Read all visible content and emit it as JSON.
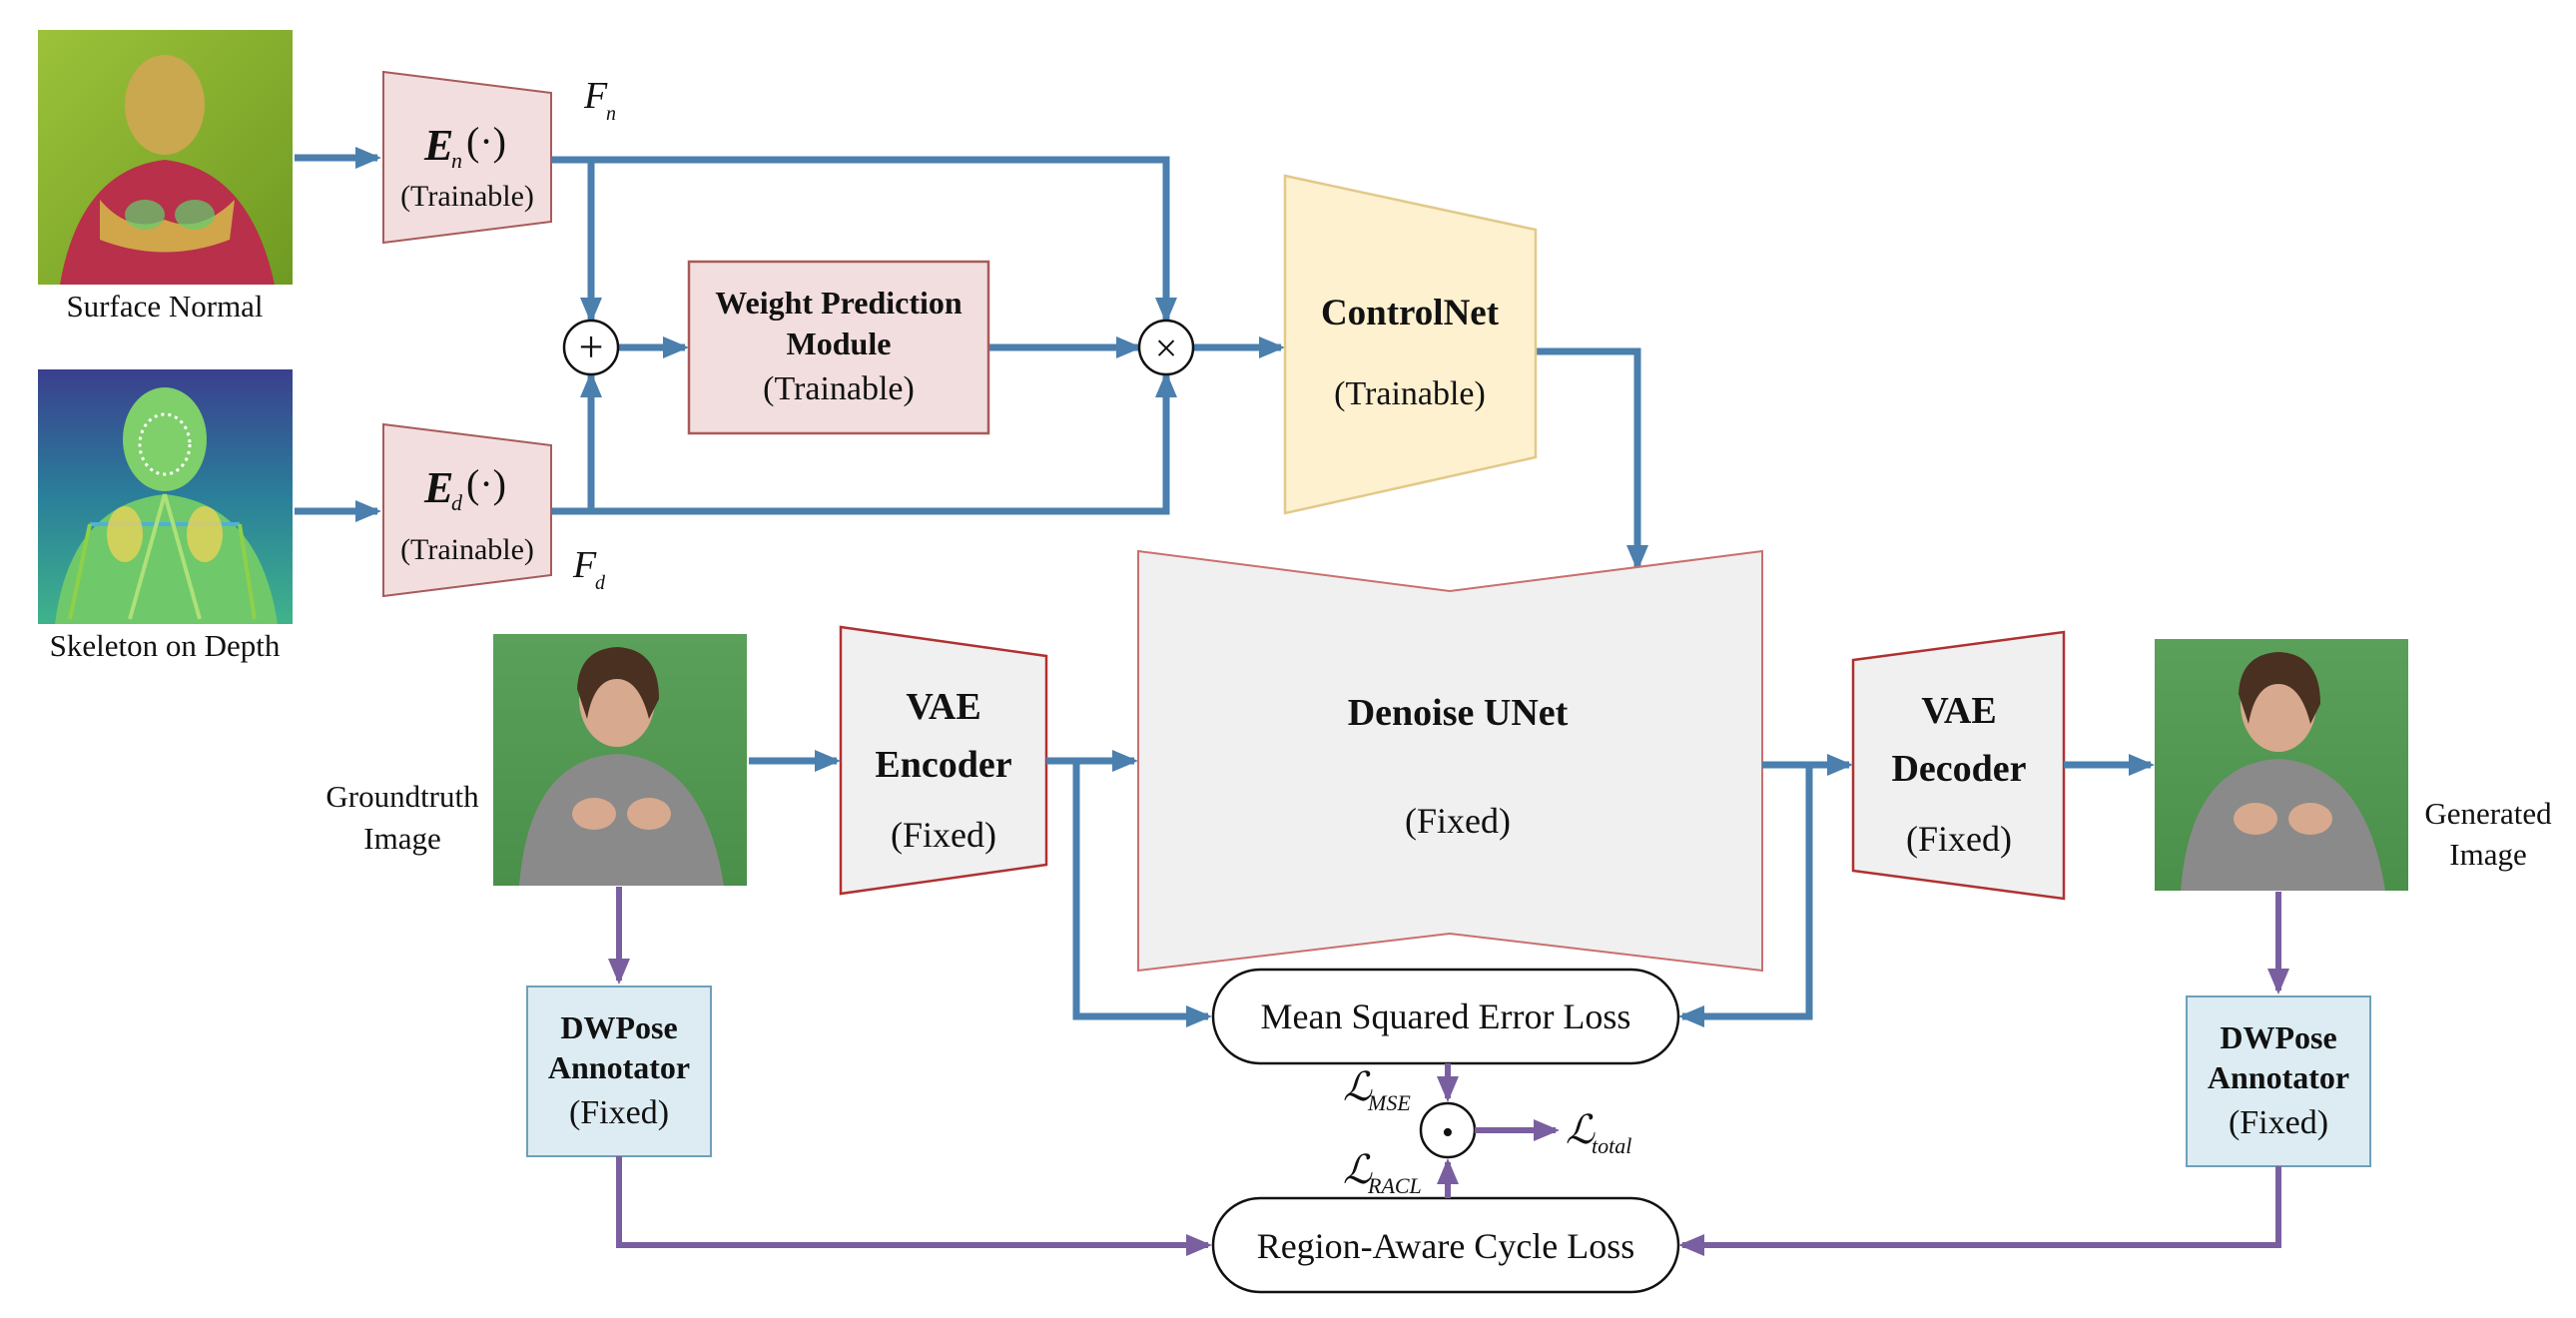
{
  "inputs": {
    "surface_normal": "Surface Normal",
    "skeleton_depth": "Skeleton on Depth",
    "groundtruth": [
      "Groundtruth",
      "Image"
    ],
    "generated": [
      "Generated",
      "Image"
    ]
  },
  "encoders": {
    "en_letter": "E",
    "en_sub": "n",
    "ed_letter": "E",
    "ed_sub": "d",
    "arg": "(·)",
    "status": "(Trainable)"
  },
  "features": {
    "fn_letter": "F",
    "fn_sub": "n",
    "fd_letter": "F",
    "fd_sub": "d"
  },
  "weight_module": {
    "title_line1": "Weight Prediction",
    "title_line2": "Module",
    "status": "(Trainable)"
  },
  "controlnet": {
    "title": "ControlNet",
    "status": "(Trainable)"
  },
  "unet": {
    "title": "Denoise UNet",
    "status": "(Fixed)"
  },
  "vae_encoder": {
    "line1": "VAE",
    "line2": "Encoder",
    "status": "(Fixed)"
  },
  "vae_decoder": {
    "line1": "VAE",
    "line2": "Decoder",
    "status": "(Fixed)"
  },
  "dwpose_left": {
    "line1": "DWPose",
    "line2": "Annotator",
    "status": "(Fixed)"
  },
  "dwpose_right": {
    "line1": "DWPose",
    "line2": "Annotator",
    "status": "(Fixed)"
  },
  "losses": {
    "mse_box": "Mean Squared Error Loss",
    "cycle_box": "Region-Aware Cycle Loss",
    "l_symbol": "ℒ",
    "mse_sub": "MSE",
    "racl_sub": "RACL",
    "total_sub": "total"
  },
  "operators": {
    "add": "+",
    "multiply": "×",
    "dot": "•"
  },
  "colors": {
    "blue_arrow": "#4a7fae",
    "purple_arrow": "#7a5fa0",
    "encoder_fill": "#f2dede",
    "encoder_border": "#a85a5a",
    "controlnet_fill": "#fdf1cf",
    "controlnet_border": "#e2c98a",
    "unet_fill": "#f0f0f0",
    "unet_border": "#c96f6f",
    "vae_border": "#b03030",
    "dwpose_fill": "#dcecf2",
    "dwpose_border": "#6fa0b8"
  },
  "icons": {
    "surface_normal_image": "person-surface-normal-render",
    "skeleton_depth_image": "person-skeleton-depth-render",
    "groundtruth_image": "person-photo-green-background",
    "generated_image": "person-photo-green-background"
  }
}
